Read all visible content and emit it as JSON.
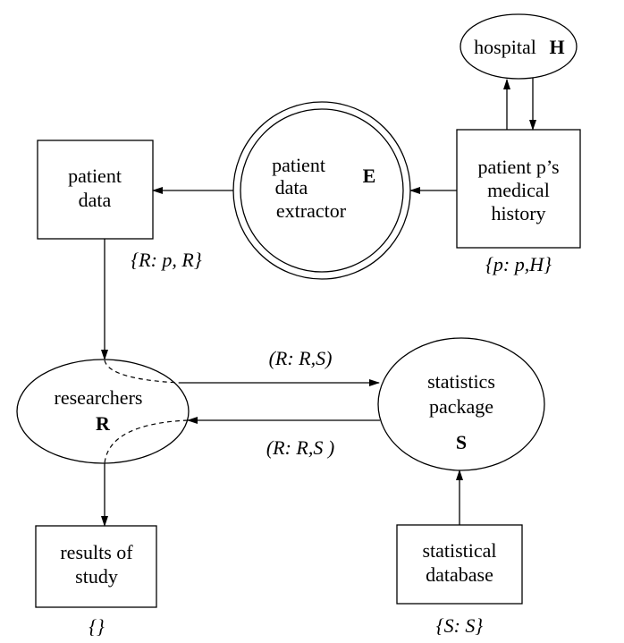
{
  "nodes": {
    "hospital": {
      "label": "hospital",
      "id_letter": "H"
    },
    "medical_history": {
      "lines": [
        "patient p’s",
        "medical",
        "history"
      ],
      "annotation": "{p:  p,H}"
    },
    "extractor": {
      "lines": [
        "patient",
        "data",
        "extractor"
      ],
      "id_letter": "E"
    },
    "patient_data": {
      "lines": [
        "patient",
        "data"
      ],
      "annotation": "{R:  p, R}"
    },
    "researchers": {
      "label": "researchers",
      "id_letter": "R"
    },
    "statistics_package": {
      "lines": [
        "statistics",
        "package"
      ],
      "id_letter": "S"
    },
    "results": {
      "lines": [
        "results of",
        "study"
      ],
      "annotation": "{}"
    },
    "statistical_database": {
      "lines": [
        "statistical",
        "database"
      ],
      "annotation": "{S:  S}"
    }
  },
  "edges": {
    "researchers_to_stats_label": "(R:  R,S)",
    "stats_to_researchers_label": "(R:  R,S )"
  }
}
